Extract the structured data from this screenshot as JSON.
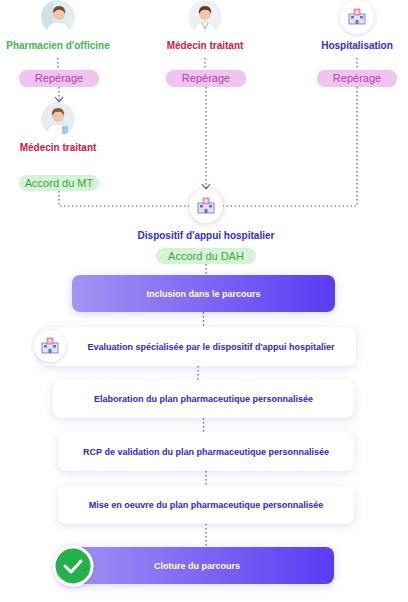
{
  "diagram": {
    "nodes": [
      {
        "text": [
          "Pharmacien d'officine"
        ]
      },
      {
        "text": [
          "Médecin traitant"
        ]
      },
      {
        "text": [
          "Hospitalisation"
        ]
      },
      {
        "text": [
          "Repérage"
        ]
      },
      {
        "text": [
          "Repérage"
        ]
      },
      {
        "text": [
          "Repérage"
        ]
      },
      {
        "text": [
          "Médecin traitant"
        ]
      },
      {
        "text": [
          "Accord du MT"
        ]
      },
      {
        "text": [
          "Dispositif d'appui hospitalier"
        ]
      },
      {
        "text": [
          "Accord du DAH"
        ]
      },
      {
        "text": [
          "Inclusion dans le parcours"
        ]
      },
      {
        "text": [
          "Evaluation spécialisée par le dispositif d'appui hospitalier"
        ]
      },
      {
        "text": [
          "Elaboration du plan pharmaceutique personnalisée"
        ]
      },
      {
        "text": [
          "RCP de validation du plan pharmaceutique personnalisée"
        ]
      },
      {
        "text": [
          "Mise en oeuvre du plan pharmaceutique personnalisée"
        ]
      },
      {
        "text": [
          "Cloture du parcours"
        ]
      }
    ],
    "edges": [
      {
        "from": 0,
        "to": 3,
        "arrow": "none"
      },
      {
        "from": 1,
        "to": 4,
        "arrow": "none"
      },
      {
        "from": 2,
        "to": 5,
        "arrow": "none"
      },
      {
        "from": 3,
        "to": 6,
        "arrow": "to"
      },
      {
        "from": 4,
        "to": 8,
        "arrow": "to"
      },
      {
        "from": 7,
        "to": 8,
        "arrow": "none"
      },
      {
        "from": 5,
        "to": 8,
        "arrow": "none"
      },
      {
        "from": 9,
        "to": 10,
        "arrow": "none"
      },
      {
        "from": 10,
        "to": 11,
        "arrow": "none"
      },
      {
        "from": 11,
        "to": 12,
        "arrow": "none"
      },
      {
        "from": 12,
        "to": 13,
        "arrow": "none"
      },
      {
        "from": 13,
        "to": 14,
        "arrow": "none"
      },
      {
        "from": 14,
        "to": 15,
        "arrow": "none"
      }
    ]
  }
}
